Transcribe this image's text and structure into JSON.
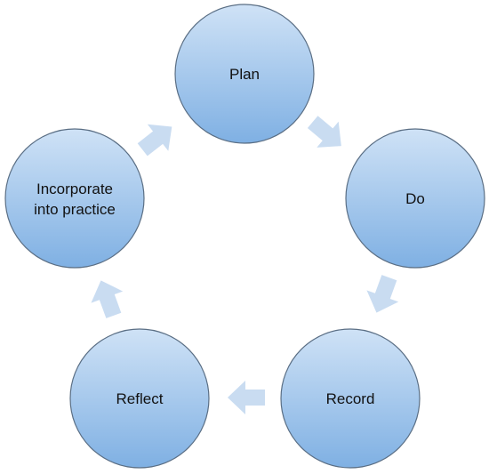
{
  "diagram": {
    "type": "cycle",
    "nodes": [
      {
        "id": "plan",
        "lines": [
          "Plan"
        ]
      },
      {
        "id": "do",
        "lines": [
          "Do"
        ]
      },
      {
        "id": "record",
        "lines": [
          "Record"
        ]
      },
      {
        "id": "reflect",
        "lines": [
          "Reflect"
        ]
      },
      {
        "id": "incorporate",
        "lines": [
          "Incorporate",
          "into practice"
        ]
      }
    ],
    "edges": [
      {
        "from": "plan",
        "to": "do"
      },
      {
        "from": "do",
        "to": "record"
      },
      {
        "from": "record",
        "to": "reflect"
      },
      {
        "from": "reflect",
        "to": "incorporate"
      },
      {
        "from": "incorporate",
        "to": "plan"
      }
    ],
    "colors": {
      "node_fill_top": "#cfe2f6",
      "node_fill_bottom": "#7fb0e3",
      "node_stroke": "#5a6e84",
      "arrow_fill": "#c9dcf1",
      "text": "#111111"
    }
  }
}
